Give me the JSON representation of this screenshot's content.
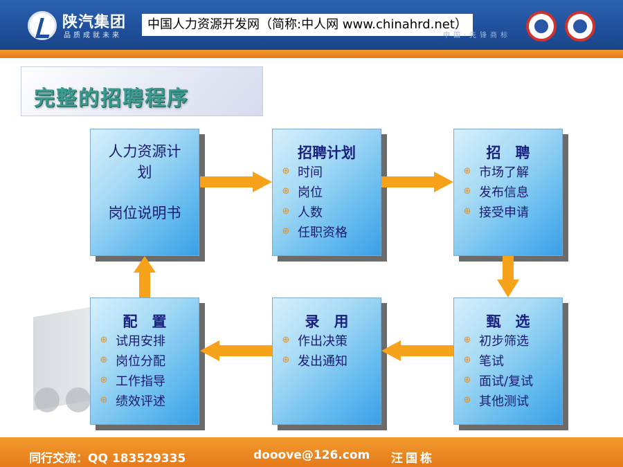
{
  "header": {
    "logo_name": "陕汽集团",
    "logo_slogan": "品质成就未来",
    "banner": "中国人力资源开发网（简称:中人网 www.chinahrd.net）",
    "right_text": "中国·先锋商标"
  },
  "title": "完整的招聘程序",
  "boxes": {
    "plan_hr": {
      "line1": "人力资源计",
      "line2": "划",
      "line3": "岗位说明书"
    },
    "recruit_plan": {
      "title": "招聘计划",
      "items": [
        "时间",
        "岗位",
        "人数",
        "任职资格"
      ]
    },
    "recruit": {
      "title": "招　聘",
      "items": [
        "市场了解",
        "发布信息",
        "接受申请"
      ]
    },
    "selection": {
      "title": "甄　选",
      "items": [
        "初步筛选",
        "笔试",
        "面试/复试",
        "其他测试"
      ]
    },
    "hire": {
      "title": "录　用",
      "items": [
        "作出决策",
        "发出通知"
      ]
    },
    "placement": {
      "title": "配　置",
      "items": [
        "试用安排",
        "岗位分配",
        "工作指导",
        "绩效评述"
      ]
    }
  },
  "footer": {
    "contact": "同行交流：QQ 183529335",
    "email": "dooove@126.com",
    "author": "汪国栋"
  },
  "colors": {
    "header_blue": "#1f4f9a",
    "orange": "#f39a2c",
    "arrow": "#f7a21b",
    "title_teal": "#3b9b91"
  }
}
